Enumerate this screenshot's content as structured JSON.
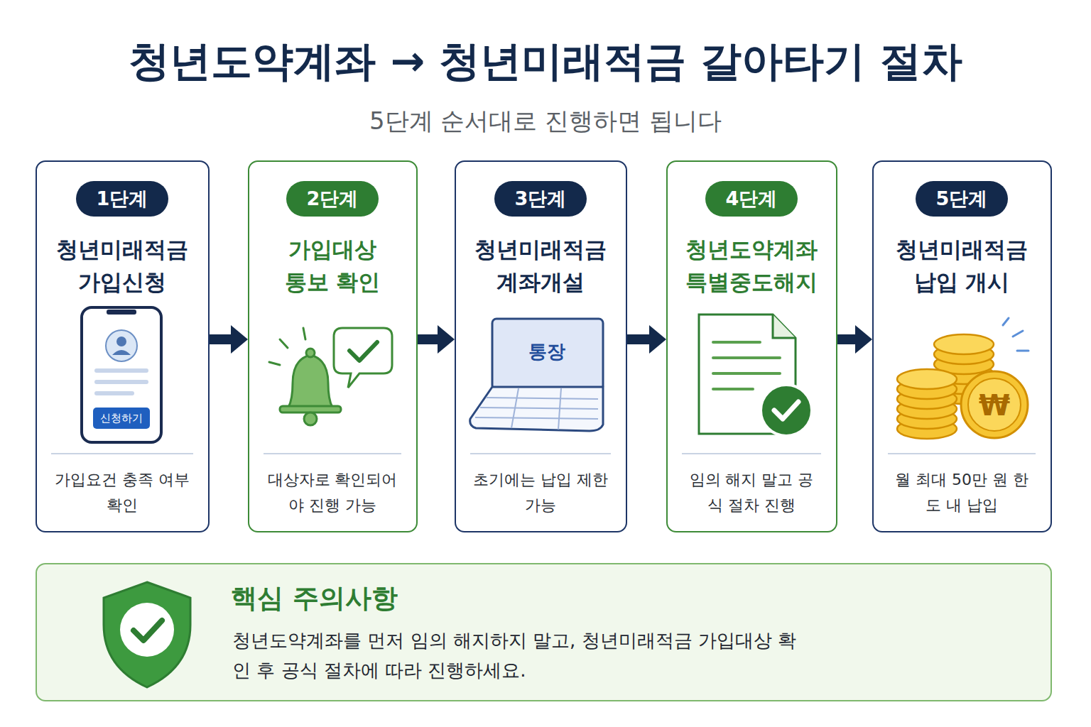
{
  "diagram": {
    "title": "청년도약계좌 → 청년미래적금 갈아타기 절차",
    "nodes": [
      {
        "text": [
          "청년미래적금 가입신청",
          "가입요건 충족 여부 확인"
        ]
      },
      {
        "text": [
          "1단계"
        ],
        "in": 0
      },
      {
        "text": [
          "가입대상 통보 확인",
          "대상자로 확인되어야 진행 가능"
        ]
      },
      {
        "text": [
          "2단계"
        ],
        "in": 2
      },
      {
        "text": [
          "청년미래적금 계좌개설",
          "초기에는 납입 제한 가능"
        ]
      },
      {
        "text": [
          "3단계"
        ],
        "in": 4
      },
      {
        "text": [
          "청년도약계좌 특별중도해지",
          "임의 해지 말고 공식 절차 진행"
        ]
      },
      {
        "text": [
          "4단계"
        ],
        "in": 6
      },
      {
        "text": [
          "청년미래적금 납입 개시",
          "월 최대 50만 원 한도 내 납입"
        ]
      },
      {
        "text": [
          "5단계"
        ],
        "in": 8
      },
      {
        "text": [
          "핵심 주의사항",
          "청년도약계좌를 먼저 임의 해지하지 말고, 청년미래적금 가입대상 확인 후 공식 절차에 따라 진행하세요."
        ]
      }
    ],
    "edges": [
      {
        "from": 0,
        "to": 2,
        "arrow": "to"
      },
      {
        "from": 2,
        "to": 4,
        "arrow": "to"
      },
      {
        "from": 4,
        "to": 6,
        "arrow": "to"
      },
      {
        "from": 6,
        "to": 8,
        "arrow": "to"
      }
    ],
    "labels": [
      "5단계 순서대로 진행하면 됩니다",
      "신청하기",
      "통장",
      "₩"
    ]
  }
}
